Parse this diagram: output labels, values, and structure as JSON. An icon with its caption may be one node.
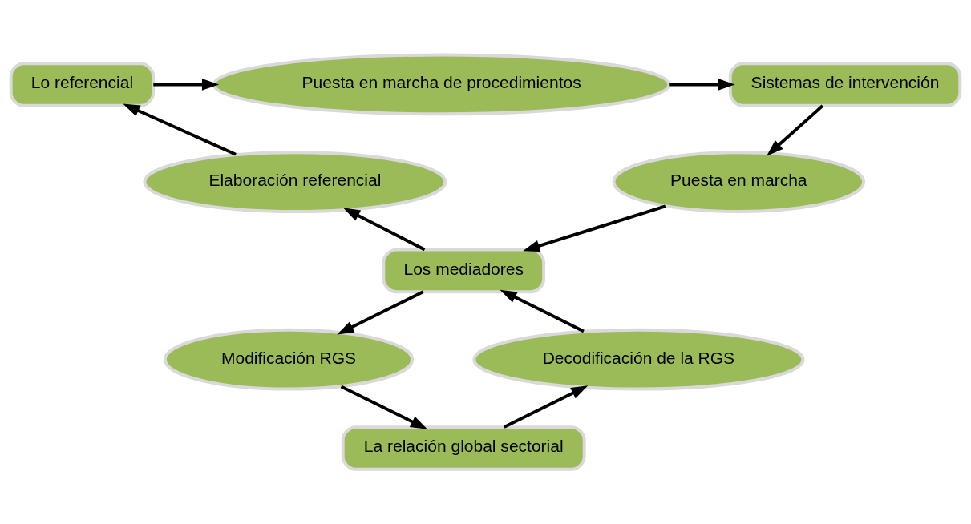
{
  "diagram": {
    "nodes": [
      {
        "text": [
          "Lo referencial"
        ]
      },
      {
        "text": [
          "Puesta en marcha de procedimientos"
        ]
      },
      {
        "text": [
          "Sistemas de intervención"
        ]
      },
      {
        "text": [
          "Elaboración referencial"
        ]
      },
      {
        "text": [
          "Puesta en marcha"
        ]
      },
      {
        "text": [
          "Los mediadores"
        ]
      },
      {
        "text": [
          "Decodificación de la RGS"
        ]
      },
      {
        "text": [
          "Modificación RGS"
        ]
      },
      {
        "text": [
          "La relación global sectorial"
        ]
      }
    ],
    "edges": [
      {
        "from": 0,
        "to": 1,
        "arrow": "to"
      },
      {
        "from": 1,
        "to": 2,
        "arrow": "to"
      },
      {
        "from": 2,
        "to": 4,
        "arrow": "to"
      },
      {
        "from": 4,
        "to": 5,
        "arrow": "to"
      },
      {
        "from": 5,
        "to": 7,
        "arrow": "to"
      },
      {
        "from": 7,
        "to": 8,
        "arrow": "to"
      },
      {
        "from": 8,
        "to": 6,
        "arrow": "to"
      },
      {
        "from": 6,
        "to": 5,
        "arrow": "to"
      },
      {
        "from": 5,
        "to": 3,
        "arrow": "to"
      },
      {
        "from": 3,
        "to": 0,
        "arrow": "to"
      }
    ]
  }
}
